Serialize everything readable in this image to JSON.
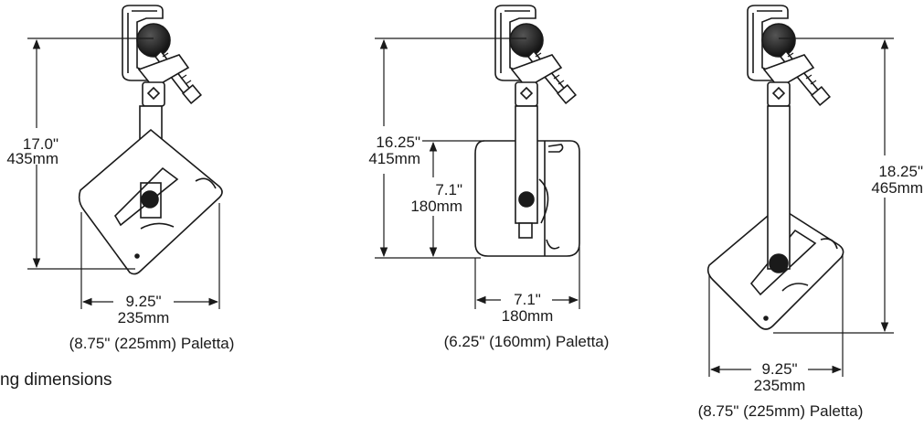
{
  "caption": "ng dimensions",
  "left": {
    "height_in": "17.0\"",
    "height_mm": "435mm",
    "width_in": "9.25\"",
    "width_mm": "235mm",
    "paletta_note": "(8.75\" (225mm) Paletta)"
  },
  "middle": {
    "height_in": "16.25\"",
    "height_mm": "415mm",
    "body_height_in": "7.1\"",
    "body_height_mm": "180mm",
    "width_in": "7.1\"",
    "width_mm": "180mm",
    "paletta_note": "(6.25\" (160mm) Paletta)"
  },
  "right": {
    "height_in": "18.25\"",
    "height_mm": "465mm",
    "width_in": "9.25\"",
    "width_mm": "235mm",
    "paletta_note": "(8.75\" (225mm) Paletta)"
  }
}
